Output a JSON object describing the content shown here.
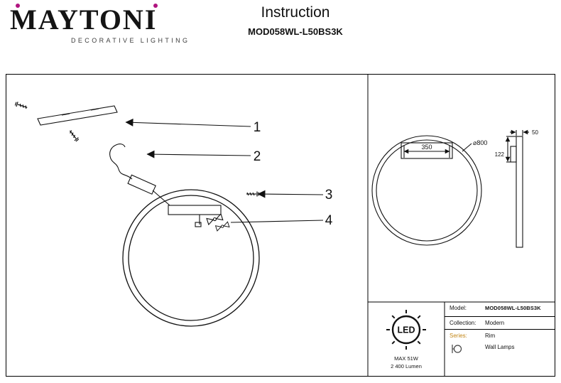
{
  "header": {
    "brand": "MAYTONI",
    "brand_subtitle": "DECORATIVE LIGHTING",
    "title": "Instruction",
    "model": "MOD058WL-L50BS3K"
  },
  "colors": {
    "brand_accent": "#b0147f",
    "series_accent": "#c28617",
    "line": "#111111"
  },
  "assembly": {
    "callout_1": "1",
    "callout_2": "2",
    "callout_3": "3",
    "callout_4": "4"
  },
  "dimensions": {
    "diameter_label": "⌀800",
    "width_label": "350",
    "bracket_height_label": "122",
    "depth_label": "50"
  },
  "led_badge": {
    "text": "LED",
    "power": "MAX 51W",
    "lumen": "2 400 Lumen"
  },
  "product_info": {
    "model_label": "Model:",
    "model_value": "MOD058WL-L50BS3K",
    "collection_label": "Collection:",
    "collection_value": "Modern",
    "series_label": "Series:",
    "series_value": "Rim",
    "category": "Wall Lamps"
  }
}
